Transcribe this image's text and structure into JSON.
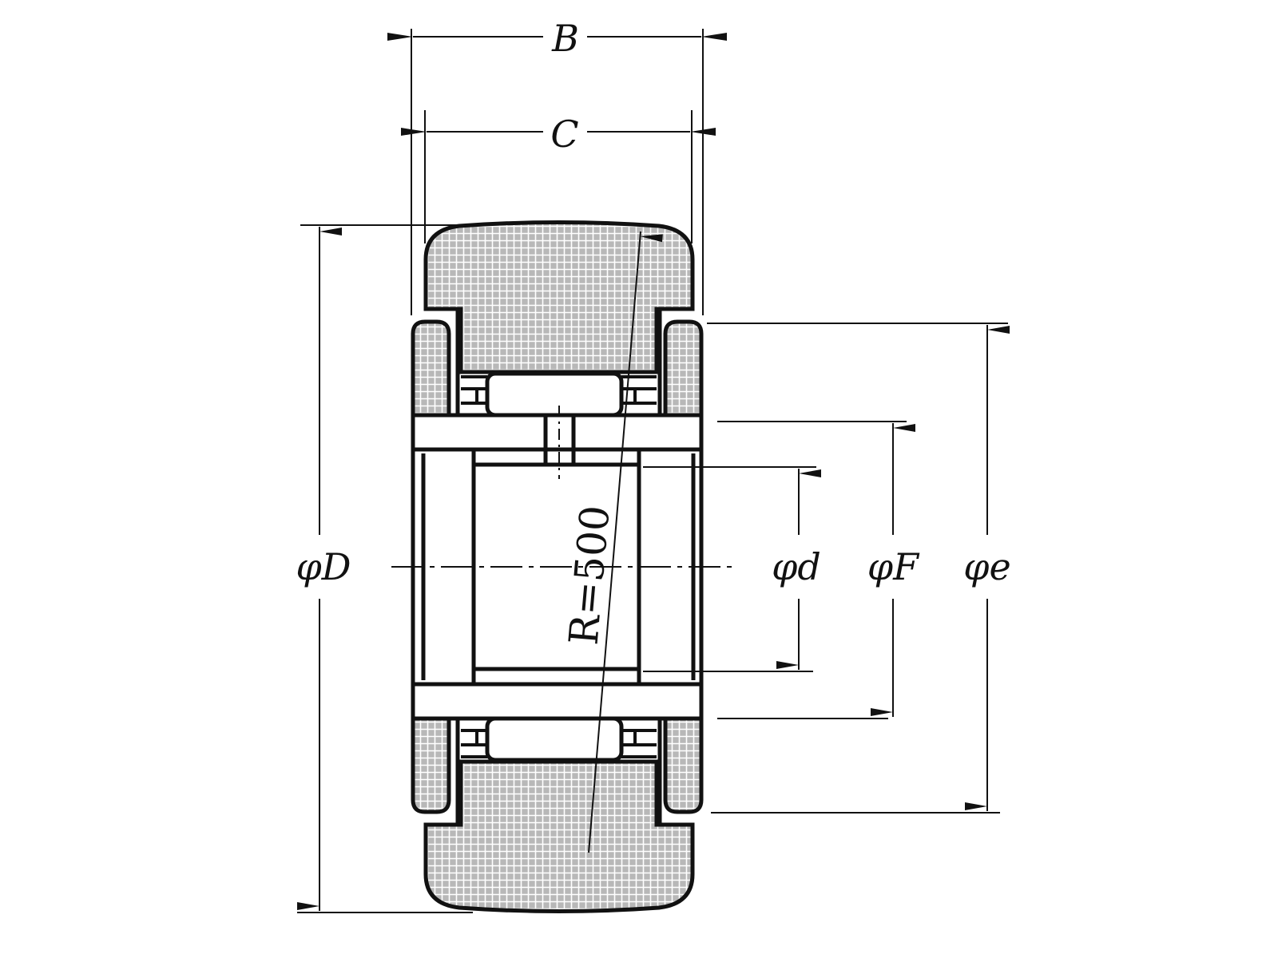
{
  "diagram": {
    "title_hidden": "",
    "labels": {
      "width_outer": "B",
      "width_inner": "C",
      "outer_diameter": "φD",
      "bore_diameter": "φd",
      "raceway_diameter": "φF",
      "flange_diameter": "φe",
      "crown_radius": "R=500"
    },
    "colors": {
      "line": "#111111",
      "hatch_fill": "#b8b8b8",
      "hatch_grid": "#ffffff"
    }
  }
}
